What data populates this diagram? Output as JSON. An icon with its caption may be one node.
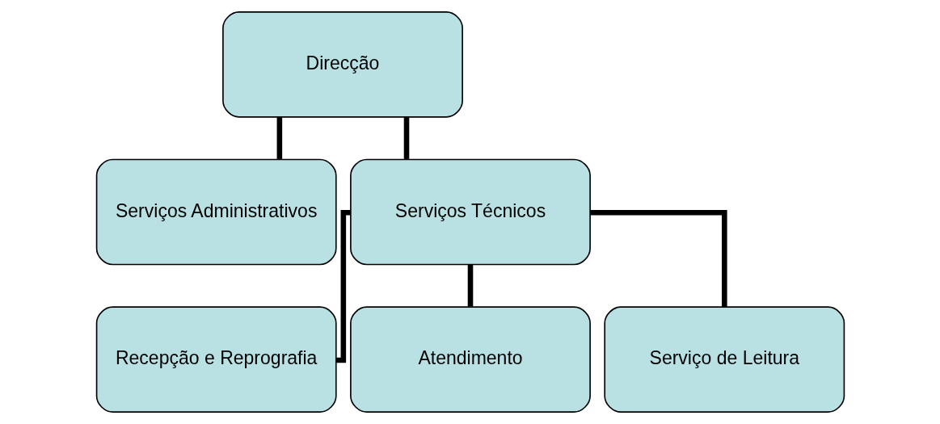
{
  "diagram": {
    "nodes": [
      {
        "text": [
          "Direcção"
        ]
      },
      {
        "text": [
          "Serviços Administrativos"
        ]
      },
      {
        "text": [
          "Serviços Técnicos"
        ]
      },
      {
        "text": [
          "Recepção e Reprografia"
        ]
      },
      {
        "text": [
          "Atendimento"
        ]
      },
      {
        "text": [
          "Serviço de Leitura"
        ]
      }
    ],
    "edges": [
      {
        "from": 0,
        "to": 1,
        "arrow": "none"
      },
      {
        "from": 0,
        "to": 2,
        "arrow": "none"
      },
      {
        "from": 2,
        "to": 3,
        "arrow": "none"
      },
      {
        "from": 2,
        "to": 4,
        "arrow": "none"
      },
      {
        "from": 2,
        "to": 5,
        "arrow": "none"
      }
    ]
  }
}
